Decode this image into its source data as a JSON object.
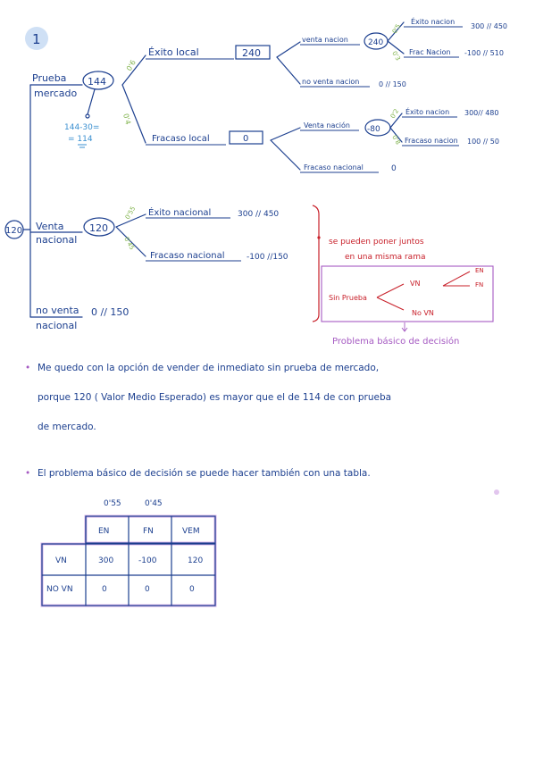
{
  "page_number": "1",
  "tree": {
    "root_value": "120",
    "branch_test": {
      "label_line1": "Prueba",
      "label_line2": "mercado",
      "value": "144",
      "calc_line1": "144-30=",
      "calc_line2": "= 114",
      "prob_up": "0'6",
      "prob_down": "0'4",
      "exito_local": {
        "label": "Éxito local",
        "value": "240",
        "venta_label": "venta nacion",
        "venta_value": "240",
        "prob_up": "0'5",
        "prob_down": "0'3",
        "exito_nacion": "Éxito nacion",
        "exito_nacion_value": "300 // 450",
        "frac_nacion": "Frac Nacion",
        "frac_nacion_value": "-100 // 510",
        "no_venta_label": "no venta nacion",
        "no_venta_value": "0 // 150"
      },
      "fracaso_local": {
        "label": "Fracaso local",
        "value": "0",
        "venta_label": "Venta nación",
        "venta_value": "-80",
        "prob_up": "0'2",
        "prob_down": "0'8",
        "exito_nacion": "Éxito nacion",
        "exito_nacion_value": "300// 480",
        "frac_nacion": "Fracaso nacion",
        "frac_nacion_value": "100 // 50",
        "fracaso_nacional": "Fracaso nacional",
        "fracaso_nacional_value": "0"
      }
    },
    "branch_venta": {
      "label_line1": "Venta",
      "label_line2": "nacional",
      "value": "120",
      "prob_up": "0'55",
      "prob_down": "0'45",
      "exito": "Éxito nacional",
      "exito_value": "300 // 450",
      "fracaso": "Fracaso nacional",
      "fracaso_value": "-100 //150"
    },
    "branch_no_venta": {
      "label_line1": "no venta",
      "label_line2": "nacional",
      "value": "0 // 150"
    }
  },
  "side_note": {
    "text_line1": "se pueden poner juntos",
    "text_line2": "en una misma rama",
    "mini_tree_root": "Sin Prueba",
    "mini_vn": "VN",
    "mini_no_vn": "No VN",
    "mini_en": "EN",
    "mini_fn": "FN",
    "caption": "Problema básico de decisión"
  },
  "notes": [
    {
      "line1": "Me quedo con la opción de vender de inmediato sin prueba de mercado,",
      "line2": "porque 120 ( Valor Medio Esperado) es mayor que el de 114 de con prueba",
      "line3": "de mercado."
    },
    {
      "line1": "El problema básico de decisión se puede hacer también con una tabla."
    }
  ],
  "table": {
    "prob_en": "0'55",
    "prob_fn": "0'45",
    "headers": [
      "EN",
      "FN",
      "VEM"
    ],
    "rows": [
      {
        "label": "VN",
        "cells": [
          "300",
          "-100",
          "120"
        ]
      },
      {
        "label": "NO VN",
        "cells": [
          "0",
          "0",
          "0"
        ]
      }
    ]
  },
  "colors": {
    "ink_blue": "#1c3f8f",
    "ink_red": "#c8202a",
    "ink_purple": "#a55ac2",
    "ink_green": "#7fb24a",
    "page_number_circle": "#cfe0f5"
  }
}
